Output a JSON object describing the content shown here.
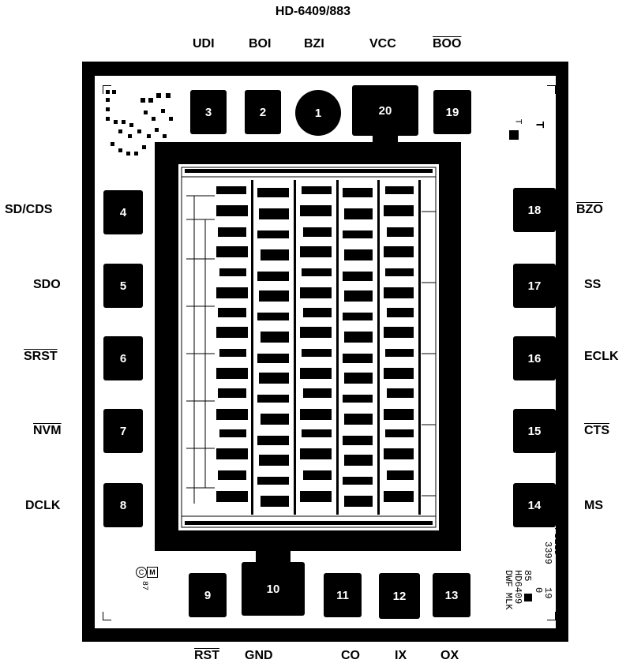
{
  "title": "HD-6409/883",
  "pads": [
    {
      "num": "1"
    },
    {
      "num": "2"
    },
    {
      "num": "3"
    },
    {
      "num": "4"
    },
    {
      "num": "5"
    },
    {
      "num": "6"
    },
    {
      "num": "7"
    },
    {
      "num": "8"
    },
    {
      "num": "9"
    },
    {
      "num": "10"
    },
    {
      "num": "11"
    },
    {
      "num": "12"
    },
    {
      "num": "13"
    },
    {
      "num": "14"
    },
    {
      "num": "15"
    },
    {
      "num": "16"
    },
    {
      "num": "17"
    },
    {
      "num": "18"
    },
    {
      "num": "19"
    },
    {
      "num": "20"
    }
  ],
  "labels": {
    "top": [
      "UDI",
      "BOI",
      "BZI",
      "VCC",
      "BOO"
    ],
    "left": [
      "SD/CDS",
      "SDO",
      "SRST",
      "NVM",
      "DCLK"
    ],
    "right": [
      "BZO",
      "SS",
      "ECLK",
      "CTS",
      "MS"
    ],
    "bottom": [
      "RST",
      "GND",
      "CO",
      "IX",
      "OX"
    ]
  },
  "die_marks": {
    "field_line1": "FIELD",
    "field_line2": "3399",
    "part_line1": "85",
    "part_line2": "HD6409",
    "part_line3": "DWF MLK",
    "num_19": "19",
    "num_0": "0",
    "copyright_year": "87",
    "t_mark": "T"
  },
  "colors": {
    "metal": "#000000",
    "background": "#ffffff"
  }
}
